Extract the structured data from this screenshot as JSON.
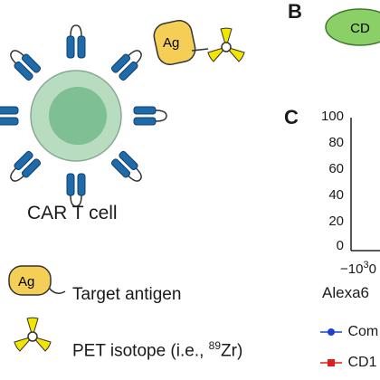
{
  "left_panel": {
    "cell_label": "CAR T cell",
    "antigen_chip": "Ag",
    "legend_antigen_chip": "Ag",
    "legend_antigen_text": "Target antigen",
    "legend_isotope_prefix": "PET isotope (i.e., ",
    "legend_isotope_mass": "89",
    "legend_isotope_suffix": "Zr)"
  },
  "panel_b": {
    "letter": "B",
    "pill_text": "CD"
  },
  "panel_c": {
    "letter": "C",
    "y_ticks": [
      "100",
      "80",
      "60",
      "40",
      "20",
      "0"
    ],
    "x_tick_main": "−10",
    "x_tick_sup": "3",
    "x_tick_tail": "0",
    "x_axis_label": "Alexa6",
    "legend": [
      {
        "label": "Com",
        "color": "#1f3fd6",
        "marker": "circle"
      },
      {
        "label": "CD1",
        "color": "#e21b1b",
        "marker": "square"
      }
    ]
  },
  "colors": {
    "cell_outer": "#b7dcc0",
    "cell_inner": "#7ebf93",
    "receptor": "#1f6aa8",
    "antigen": "#f5cf55",
    "isotope": "#f2e600",
    "pill": "#8bd066"
  }
}
